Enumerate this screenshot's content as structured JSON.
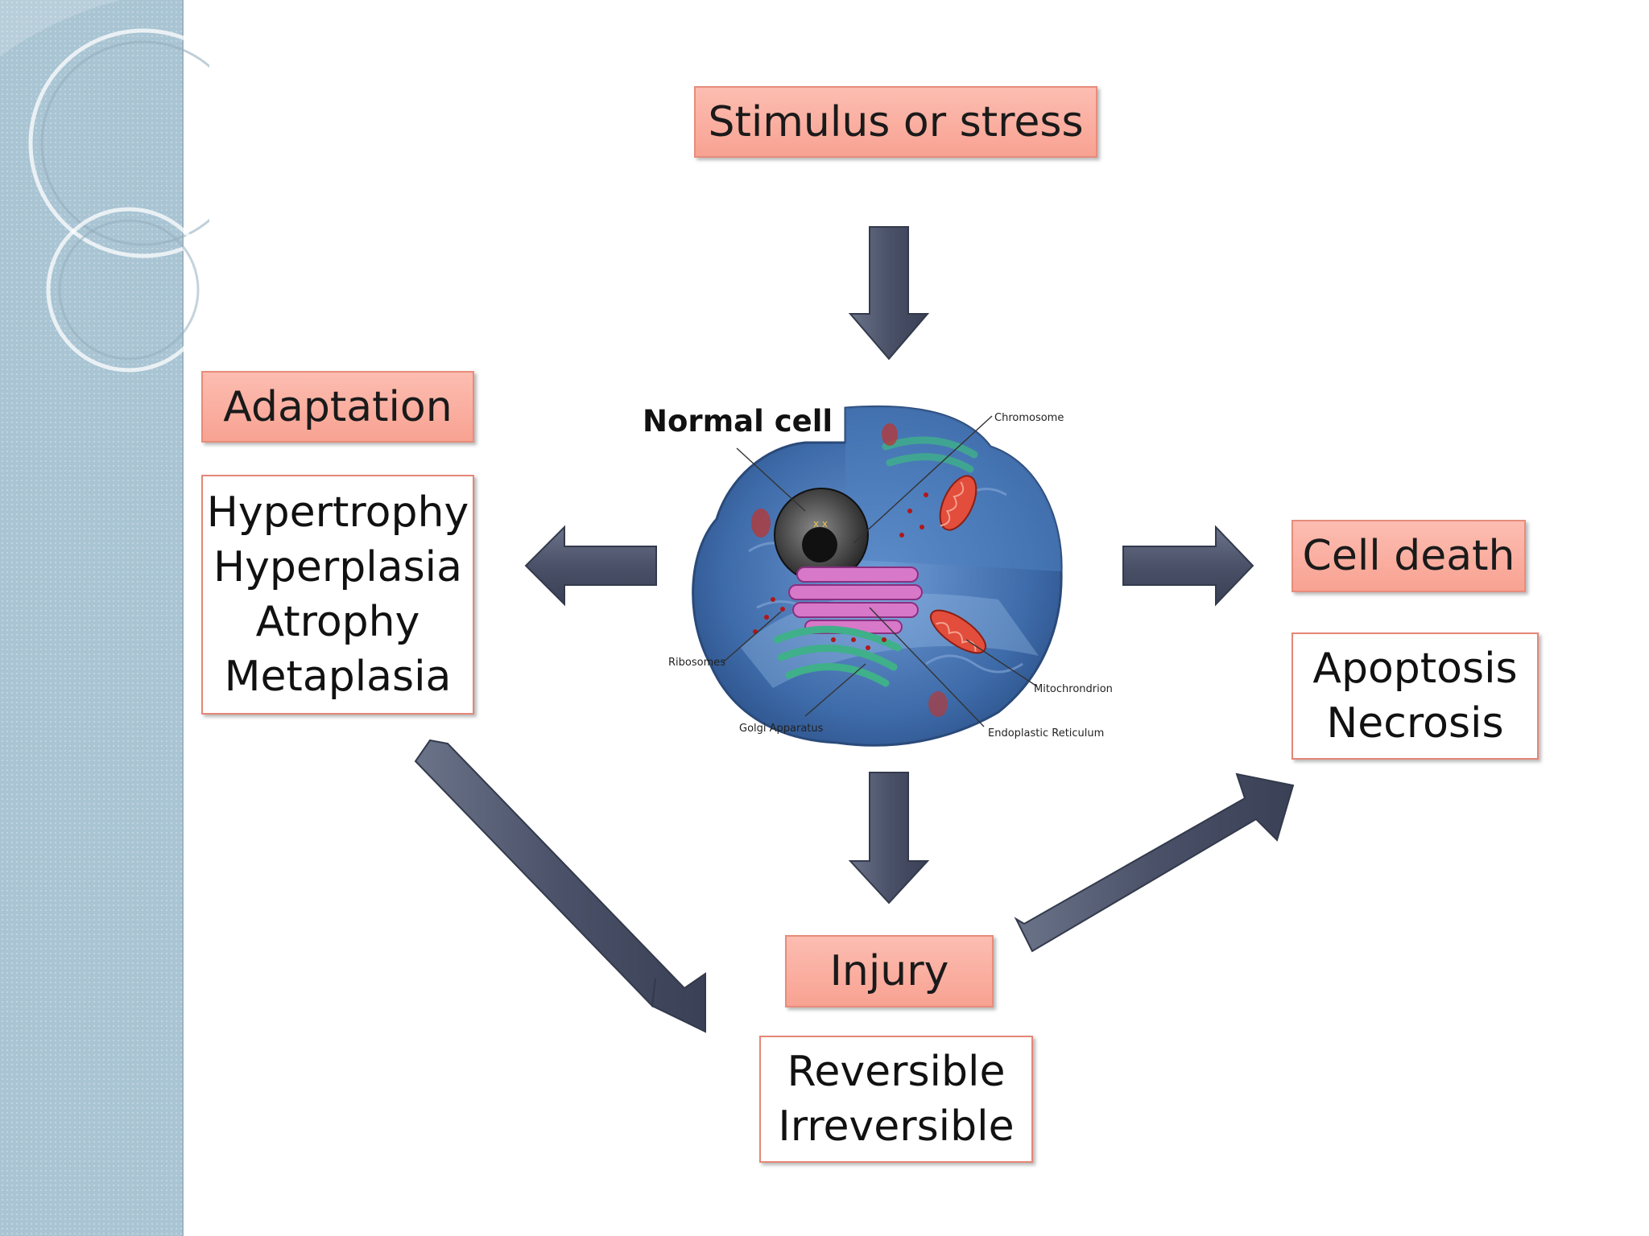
{
  "colors": {
    "label_fill": "#f9a999",
    "label_border": "#e78c7c",
    "list_border": "#e58676",
    "arrow": "#4a5168",
    "sidebar": "#a9c4d3"
  },
  "nodes": {
    "stimulus": "Stimulus or stress",
    "adaptation": "Adaptation",
    "cell_death": "Cell death",
    "injury": "Injury"
  },
  "adaptation_types": [
    "Hypertrophy",
    "Hyperplasia",
    "Atrophy",
    "Metaplasia"
  ],
  "cell_death_types": [
    "Apoptosis",
    "Necrosis"
  ],
  "injury_types": [
    "Reversible",
    "Irreversible"
  ],
  "cell_image": {
    "title": "Normal cell",
    "labels": {
      "chromosome": "Chromosome",
      "ribosomes": "Ribosomes",
      "mitochondrion": "Mitochrondrion",
      "golgi": "Golgi Apparatus",
      "er": "Endoplastic Reticulum"
    }
  },
  "icons": [
    "arrow-down-icon",
    "arrow-left-icon",
    "arrow-right-icon",
    "arrow-diagonal-icon"
  ]
}
